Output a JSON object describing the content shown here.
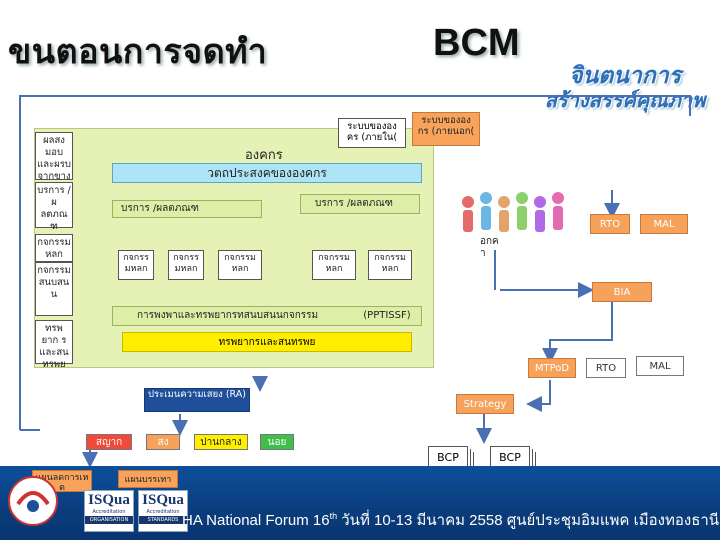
{
  "title": "ขนตอนการจดทำ",
  "title_right": "BCM",
  "watermark": {
    "line1": "จินตนาการ",
    "line2": "สร้างสรรค์คุณภาพ"
  },
  "external": {
    "internal_party": "ระบบขององ คร (ภายใน(",
    "external_party": "ระบบขององ กร (ภายนอก("
  },
  "left_boxes": [
    "ผลสงมอบ และผรบ จากขาง",
    "บรการ /ผ ลตภณ ฑ",
    "กจกรรม หลก",
    "กจกรรม สนบสน น",
    "ทรพยาก รและสน ทรพย"
  ],
  "org": {
    "label": "องคกร",
    "objective": "วตถประสงคขององคกร",
    "service_left": "บรการ /ผลตภณฑ",
    "service_right": "บรการ /ผลตภณฑ",
    "activities": [
      "กจกรร มหลก",
      "กจกรร มหลก",
      "กจกรรม หลก",
      "กจกรรม หลก",
      "กจกรรม หลก"
    ],
    "dependency": "การพงพาและทรพยากรทสนบสนนกจกรรม",
    "pptissf": "(PPTISSF)",
    "resources": "ทรพยากรและสนทรพย"
  },
  "right": {
    "rto": "RTO",
    "mal": "MAL",
    "org_side": "อกค า",
    "bia": "BIA",
    "mtpod": "MTPoD",
    "rto2": "RTO",
    "mal2": "MAL",
    "strategy": "Strategy"
  },
  "bottom": {
    "risk": "ประเมนความเสยง (RA)",
    "chips": [
      "สญาก",
      "สง",
      "ปานกลาง",
      "นอย"
    ],
    "bcp1": "BCP",
    "bcp2": "BCP",
    "plan1": "แผนลดการเห ด",
    "plan2": "แผนบรรเทาเหต"
  },
  "footer": {
    "text_pre": "HA National Forum 16",
    "th": "th",
    "text_post": " วันที่ 10-13 มีนาคม 2558 ศูนย์ประชุมอิมแพค เมืองทองธานี",
    "logo1_name": "ISQua",
    "logo1_band": "ORGANISATION",
    "logo2_name": "ISQua",
    "logo2_band": "STANDARDS",
    "logo_sub": "Accreditation"
  },
  "colors": {
    "orange": "#f6a25a",
    "cyan": "#aee5f6",
    "green_panel": "#e6f2b5",
    "yellow": "#ffee00",
    "footer_blue": "#0d4f9a",
    "arrow_blue": "#4a6fb5"
  }
}
